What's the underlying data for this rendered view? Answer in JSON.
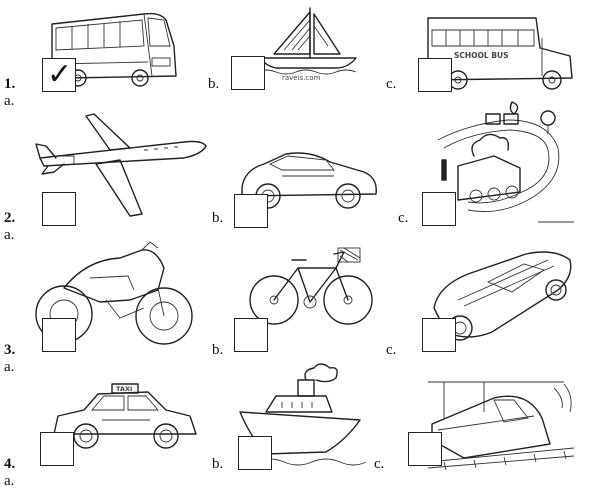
{
  "questions": [
    {
      "number": "1.",
      "options": [
        {
          "letter": "a.",
          "picture": "bus",
          "checked": true,
          "mark": "✓"
        },
        {
          "letter": "b.",
          "picture": "sailboat",
          "checked": false,
          "caption": "raveis.com"
        },
        {
          "letter": "c.",
          "picture": "school-bus",
          "checked": false,
          "sign": "SCHOOL BUS"
        }
      ]
    },
    {
      "number": "2.",
      "options": [
        {
          "letter": "a.",
          "picture": "airplane",
          "checked": false
        },
        {
          "letter": "b.",
          "picture": "sports-car",
          "checked": false
        },
        {
          "letter": "c.",
          "picture": "train",
          "checked": false
        }
      ]
    },
    {
      "number": "3.",
      "options": [
        {
          "letter": "a.",
          "picture": "motorcycle",
          "checked": false
        },
        {
          "letter": "b.",
          "picture": "bicycle",
          "checked": false
        },
        {
          "letter": "c.",
          "picture": "race-car",
          "checked": false
        }
      ]
    },
    {
      "number": "4.",
      "options": [
        {
          "letter": "a.",
          "picture": "taxi",
          "checked": false,
          "sign": "TAXI"
        },
        {
          "letter": "b.",
          "picture": "ship",
          "checked": false
        },
        {
          "letter": "c.",
          "picture": "high-speed-train",
          "checked": false
        }
      ]
    }
  ]
}
